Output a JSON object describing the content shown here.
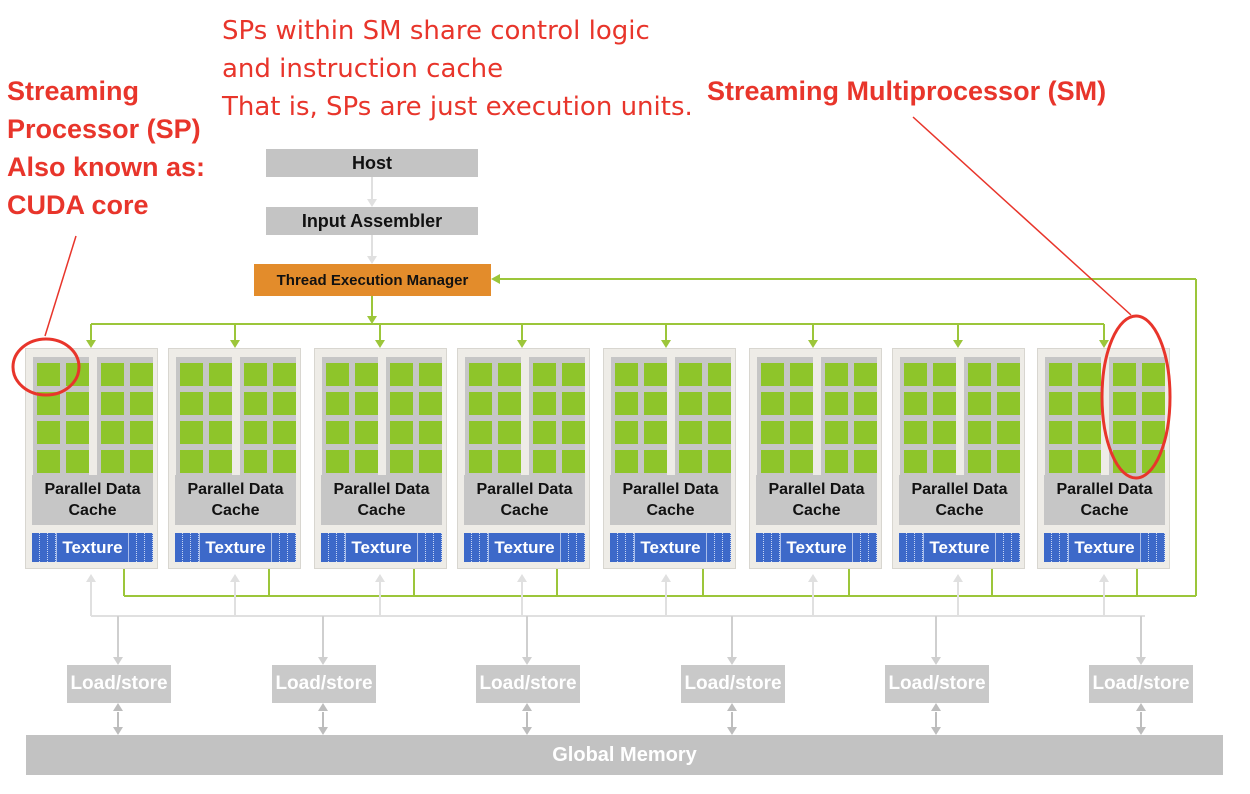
{
  "annotations": {
    "sp_lines": [
      "Streaming",
      "Processor (SP)",
      "Also known as:",
      "CUDA core"
    ],
    "shared_lines": [
      "SPs within SM share control logic",
      "and instruction cache",
      "That is, SPs are just execution units."
    ],
    "sm_label": "Streaming Multiprocessor (SM)"
  },
  "blocks": {
    "host": "Host",
    "input_assembler": "Input Assembler",
    "thread_execution_manager": "Thread Execution Manager",
    "global_memory": "Global Memory"
  },
  "sm_units": [
    {
      "cache": "Parallel Data Cache",
      "texture": "Texture"
    },
    {
      "cache": "Parallel Data Cache",
      "texture": "Texture"
    },
    {
      "cache": "Parallel Data Cache",
      "texture": "Texture"
    },
    {
      "cache": "Parallel Data Cache",
      "texture": "Texture"
    },
    {
      "cache": "Parallel Data Cache",
      "texture": "Texture"
    },
    {
      "cache": "Parallel Data Cache",
      "texture": "Texture"
    },
    {
      "cache": "Parallel Data Cache",
      "texture": "Texture"
    },
    {
      "cache": "Parallel Data Cache",
      "texture": "Texture"
    }
  ],
  "load_store_units": [
    "Load/store",
    "Load/store",
    "Load/store",
    "Load/store",
    "Load/store",
    "Load/store"
  ],
  "colors": {
    "annotation_red": "#e8352b",
    "sp_green": "#8ec52a",
    "texture_blue": "#3d69c9",
    "tem_orange": "#e38c2b",
    "wire_green": "#9cc63a",
    "block_gray": "#c4c4c4"
  }
}
